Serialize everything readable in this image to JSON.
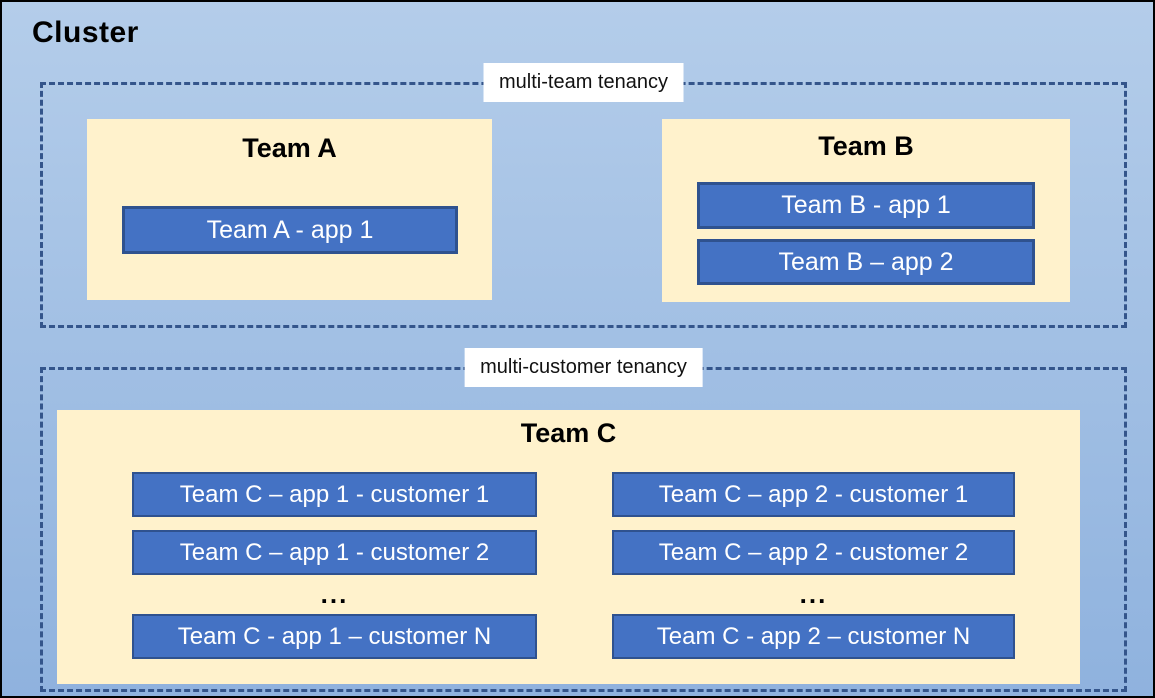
{
  "cluster": {
    "title": "Cluster"
  },
  "colors": {
    "background_top": "#B4CDEA",
    "background_bottom": "#8FB2DE",
    "team_fill": "#FFF2CC",
    "app_fill": "#4472C4",
    "app_border": "#2F528F",
    "dash_border": "#34558B",
    "app_text": "#FFFFFF",
    "title_text": "#000000"
  },
  "sections": [
    {
      "label": "multi-team tenancy",
      "teams": [
        {
          "name": "Team A",
          "apps": [
            "Team A - app 1"
          ]
        },
        {
          "name": "Team B",
          "apps": [
            "Team B - app 1",
            "Team B – app 2"
          ]
        }
      ]
    },
    {
      "label": "multi-customer tenancy",
      "teams": [
        {
          "name": "Team C",
          "columns": [
            {
              "apps": [
                "Team C – app 1 - customer 1",
                "Team C – app 1 - customer 2"
              ],
              "ellipsis": "...",
              "last_app": "Team C - app 1 – customer N"
            },
            {
              "apps": [
                "Team C – app 2 - customer 1",
                "Team C – app 2 - customer 2"
              ],
              "ellipsis": "...",
              "last_app": "Team C - app 2 – customer N"
            }
          ]
        }
      ]
    }
  ]
}
